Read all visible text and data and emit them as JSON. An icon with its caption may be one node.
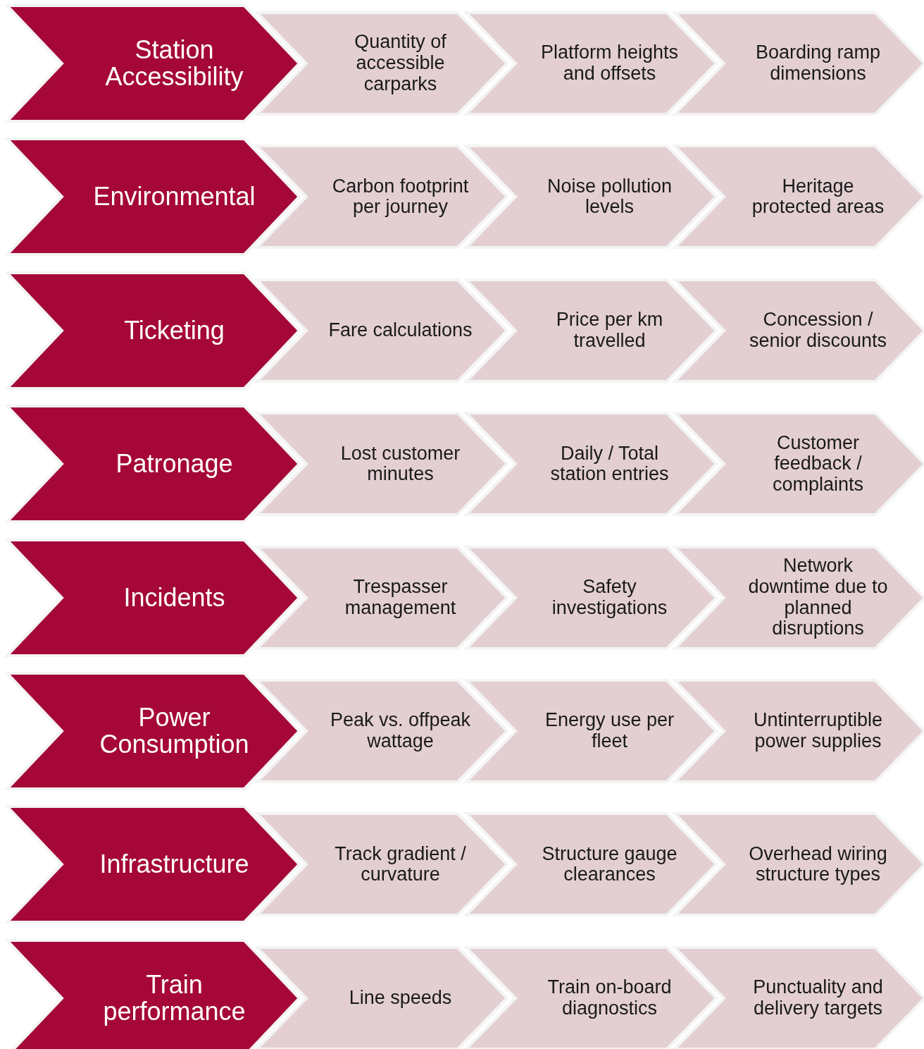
{
  "diagram": {
    "nodes": [
      {
        "text": [
          "Station Accessibility"
        ]
      },
      {
        "text": [
          "Quantity of accessible carparks"
        ]
      },
      {
        "text": [
          "Platform heights and offsets"
        ]
      },
      {
        "text": [
          "Boarding ramp dimensions"
        ]
      },
      {
        "text": [
          "Environmental"
        ]
      },
      {
        "text": [
          "Carbon footprint per journey"
        ]
      },
      {
        "text": [
          "Noise pollution levels"
        ]
      },
      {
        "text": [
          "Heritage protected areas"
        ]
      },
      {
        "text": [
          "Ticketing"
        ]
      },
      {
        "text": [
          "Fare calculations"
        ]
      },
      {
        "text": [
          "Price per km travelled"
        ]
      },
      {
        "text": [
          "Concession / senior discounts"
        ]
      },
      {
        "text": [
          "Patronage"
        ]
      },
      {
        "text": [
          "Lost customer minutes"
        ]
      },
      {
        "text": [
          "Daily / Total station entries"
        ]
      },
      {
        "text": [
          "Customer feedback / complaints"
        ]
      },
      {
        "text": [
          "Incidents"
        ]
      },
      {
        "text": [
          "Trespasser management"
        ]
      },
      {
        "text": [
          "Safety investigations"
        ]
      },
      {
        "text": [
          "Network downtime due to planned disruptions"
        ]
      },
      {
        "text": [
          "Power Consumption"
        ]
      },
      {
        "text": [
          "Peak vs. offpeak wattage"
        ]
      },
      {
        "text": [
          "Energy use per fleet"
        ]
      },
      {
        "text": [
          "Untinterruptible power supplies"
        ]
      },
      {
        "text": [
          "Infrastructure"
        ]
      },
      {
        "text": [
          "Track gradient / curvature"
        ]
      },
      {
        "text": [
          "Structure gauge clearances"
        ]
      },
      {
        "text": [
          "Overhead wiring structure types"
        ]
      },
      {
        "text": [
          "Train performance"
        ]
      },
      {
        "text": [
          "Line speeds"
        ]
      },
      {
        "text": [
          "Train on-board diagnostics"
        ]
      },
      {
        "text": [
          "Punctuality and delivery targets"
        ]
      }
    ]
  }
}
